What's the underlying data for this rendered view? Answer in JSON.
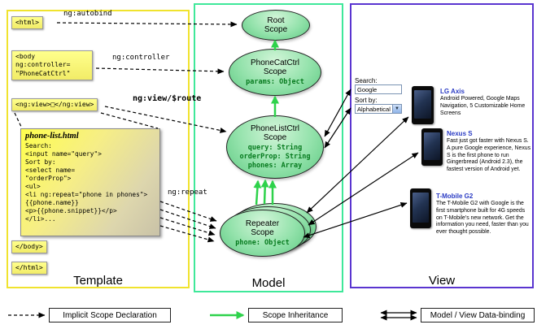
{
  "template_panel": {
    "label": "Template",
    "html_open": "<html>",
    "body_open": "<body\nng:controller=\n\"PhoneCatCtrl\"",
    "ng_view": "<ng:view>□</ng:view>",
    "phone_list_file": {
      "title": "phone-list.html",
      "code": "Search:\n<input name=\"query\">\nSort by:\n<select name=\n\"orderProp\">\n<ul>\n<li ng:repeat=\"phone in phones\">\n{{phone.name}}\n<p>{{phone.snippet}}</p>\n</li>..."
    },
    "body_close": "</body>",
    "html_close": "</html>"
  },
  "arrow_labels": {
    "autobind": "ng:autobind",
    "controller": "ng:controller",
    "view_route": "ng:view/$route",
    "repeat": "ng:repeat"
  },
  "model_panel": {
    "label": "Model",
    "scopes": [
      {
        "name": "Root\nScope",
        "props": ""
      },
      {
        "name": "PhoneCatCtrl\nScope",
        "props": "params: Object"
      },
      {
        "name": "PhoneListCtrl\nScope",
        "props": "query: String\norderProp: String\nphones: Array"
      },
      {
        "name": "Repeater\nScope",
        "props": "phone: Object"
      }
    ]
  },
  "view_panel": {
    "label": "View",
    "search_label": "Search:",
    "search_value": "Google",
    "sort_label": "Sort by:",
    "sort_value": "Alphabetical",
    "dropdown_icon": "▼",
    "phones": [
      {
        "name": "LG Axis",
        "description": "Android Powered, Google Maps Navigation, 5 Customizable Home Screens"
      },
      {
        "name": "Nexus S",
        "description": "Fast just got faster with Nexus S. A pure Google experience, Nexus S is the first phone to run Gingerbread (Android 2.3), the fastest version of Android yet."
      },
      {
        "name": "T-Mobile G2",
        "description": "The T-Mobile G2 with Google is the first smartphone built for 4G speeds on T-Mobile's new network. Get the information you need, faster than you ever thought possible."
      }
    ]
  },
  "legend": {
    "implicit": "Implicit Scope Declaration",
    "inheritance": "Scope Inheritance",
    "databinding": "Model / View Data-binding"
  }
}
